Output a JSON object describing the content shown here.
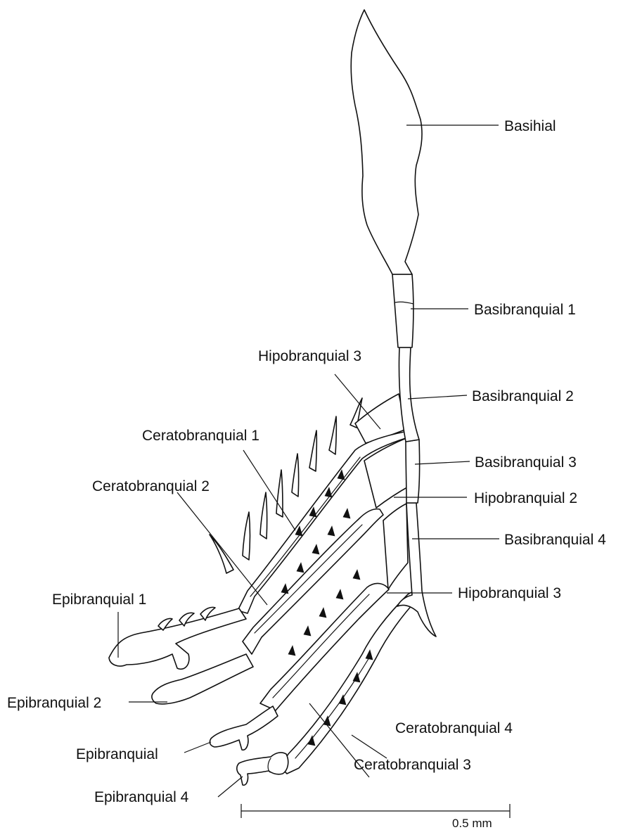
{
  "labels": {
    "basihial": "Basihial",
    "basibranquial_1": "Basibranquial 1",
    "hipobranquial_3_top": "Hipobranquial 3",
    "basibranquial_2": "Basibranquial 2",
    "ceratobranquial_1": "Ceratobranquial 1",
    "basibranquial_3": "Basibranquial 3",
    "ceratobranquial_2": "Ceratobranquial 2",
    "hipobranquial_2": "Hipobranquial 2",
    "basibranquial_4": "Basibranquial 4",
    "epibranquial_1": "Epibranquial 1",
    "hipobranquial_3_lower": "Hipobranquial 3",
    "epibranquial_2": "Epibranquial 2",
    "ceratobranquial_4": "Ceratobranquial 4",
    "epibranquial_3": "Epibranquial",
    "ceratobranquial_3": "Ceratobranquial 3",
    "epibranquial_4": "Epibranquial 4"
  },
  "scale_bar": {
    "label": "0.5 mm"
  },
  "colors": {
    "ink": "#111111",
    "background": "#ffffff"
  }
}
